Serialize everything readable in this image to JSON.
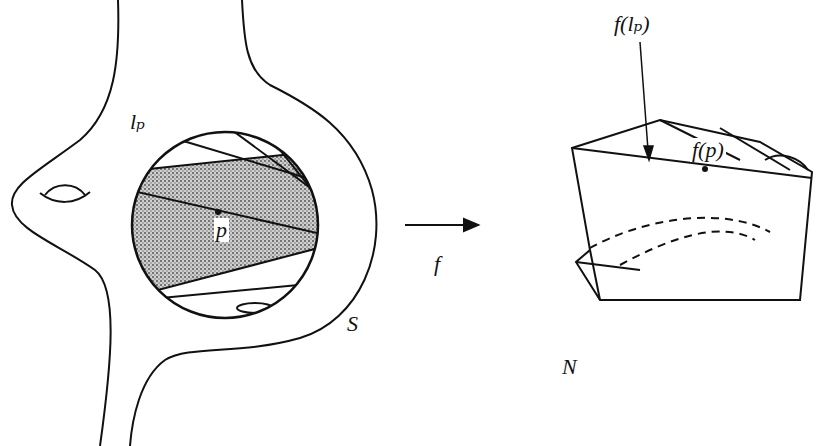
{
  "diagram": {
    "labels": [
      "lₚ",
      "p",
      "S",
      "f",
      "f(lₚ)",
      "f(p)",
      "N"
    ]
  }
}
